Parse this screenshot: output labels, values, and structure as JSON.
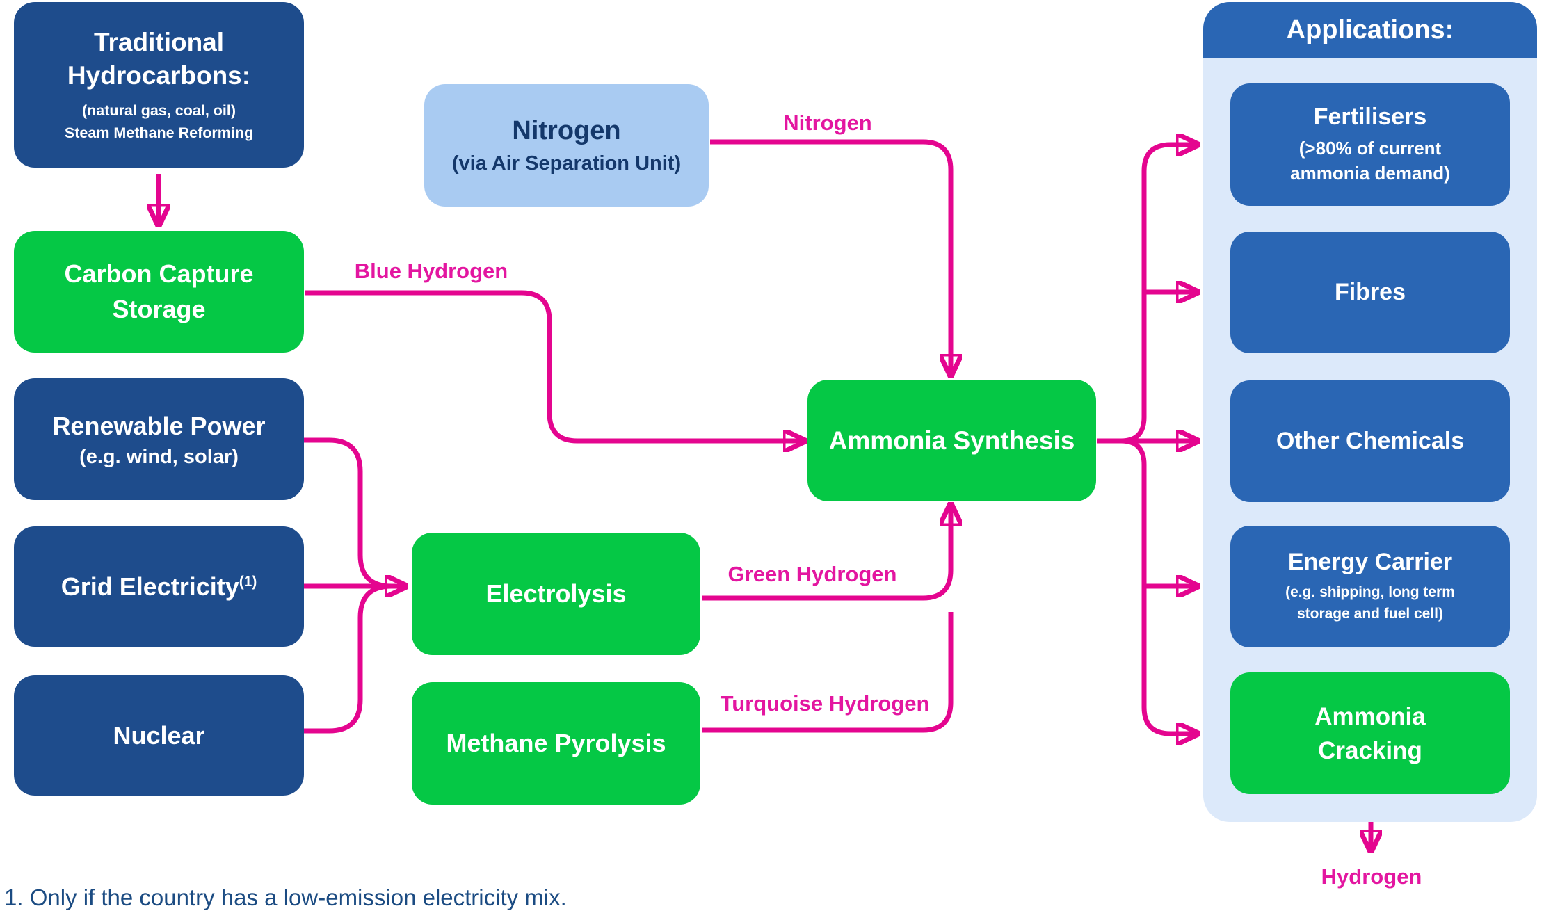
{
  "colors": {
    "navy": "#1E4C8C",
    "app_blue": "#2A66B4",
    "green": "#05C845",
    "light_blue": "#A9CBF2",
    "panel_bg": "#DCE9FA",
    "magenta": "#E4058F",
    "navy_text": "#14386B"
  },
  "boxes": {
    "traditional": {
      "title": "Traditional\nHydrocarbons:",
      "sub": "(natural gas, coal, oil)\nSteam Methane Reforming"
    },
    "ccs": {
      "title": "Carbon Capture\nStorage"
    },
    "renewable": {
      "title": "Renewable Power",
      "sub": "(e.g. wind, solar)"
    },
    "grid": {
      "title": "Grid Electricity",
      "sup": "(1)"
    },
    "nuclear": {
      "title": "Nuclear"
    },
    "nitrogen": {
      "title": "Nitrogen",
      "sub": "(via Air Separation Unit)"
    },
    "electrolysis": {
      "title": "Electrolysis"
    },
    "methane_pyrolysis": {
      "title": "Methane Pyrolysis"
    },
    "ammonia_synthesis": {
      "title": "Ammonia Synthesis"
    }
  },
  "flow_labels": {
    "nitrogen": "Nitrogen",
    "blue": "Blue Hydrogen",
    "green": "Green Hydrogen",
    "turquoise": "Turquoise Hydrogen",
    "hydrogen": "Hydrogen"
  },
  "applications": {
    "header": "Applications:",
    "items": [
      {
        "title": "Fertilisers",
        "sub": "(>80% of current\nammonia demand)",
        "variant": "blue"
      },
      {
        "title": "Fibres",
        "variant": "blue"
      },
      {
        "title": "Other Chemicals",
        "variant": "blue"
      },
      {
        "title": "Energy Carrier",
        "sub": "(e.g. shipping, long term\nstorage and fuel cell)",
        "variant": "blue"
      },
      {
        "title": "Ammonia\nCracking",
        "variant": "green"
      }
    ]
  },
  "footnote": "1. Only if the country has a low-emission electricity mix."
}
